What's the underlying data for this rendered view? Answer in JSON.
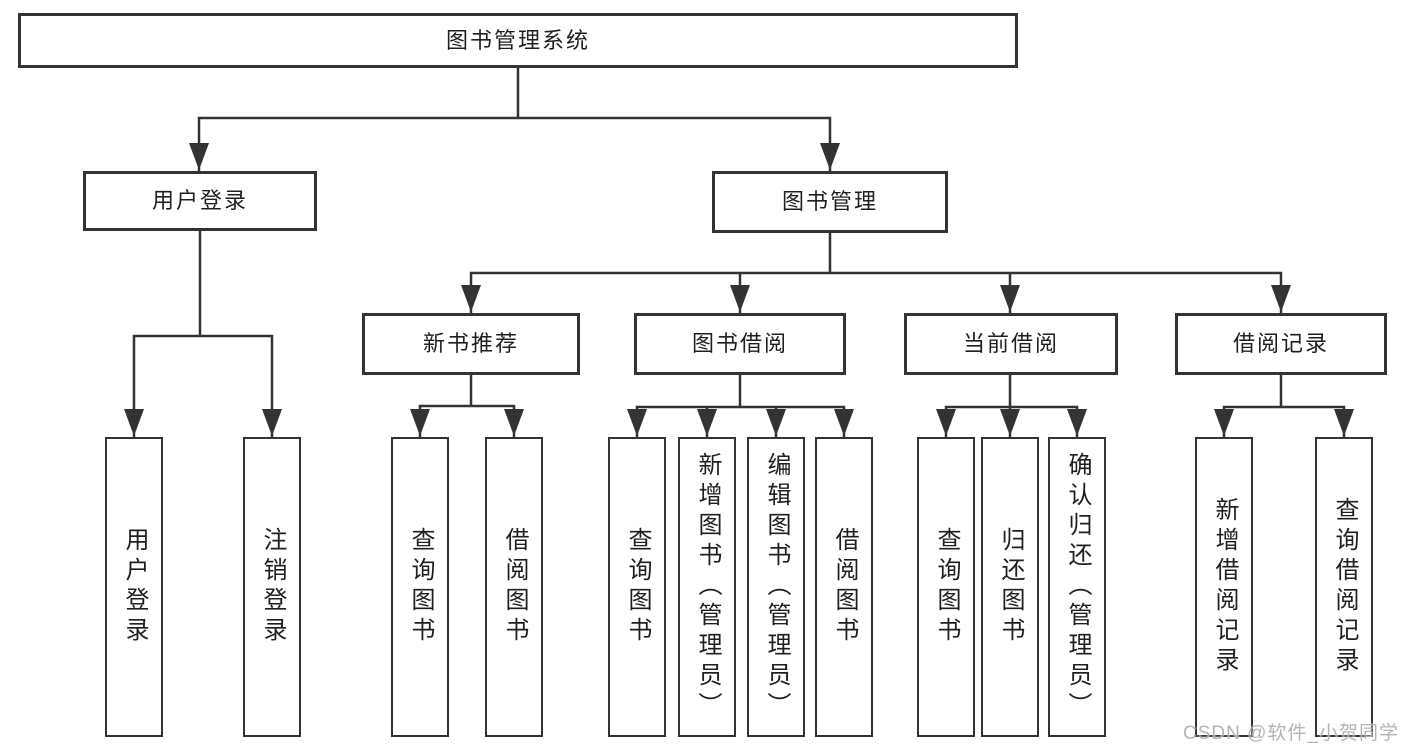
{
  "diagram_type": "hierarchy-tree",
  "tree": {
    "label": "图书管理系统",
    "children": [
      {
        "label": "用户登录",
        "children": [
          {
            "label": "用户登录"
          },
          {
            "label": "注销登录"
          }
        ]
      },
      {
        "label": "图书管理",
        "children": [
          {
            "label": "新书推荐",
            "children": [
              {
                "label": "查询图书"
              },
              {
                "label": "借阅图书"
              }
            ]
          },
          {
            "label": "图书借阅",
            "children": [
              {
                "label": "查询图书"
              },
              {
                "label": "新增图书（管理员）"
              },
              {
                "label": "编辑图书（管理员）"
              },
              {
                "label": "借阅图书"
              }
            ]
          },
          {
            "label": "当前借阅",
            "children": [
              {
                "label": "查询图书"
              },
              {
                "label": "归还图书"
              },
              {
                "label": "确认归还（管理员）"
              }
            ]
          },
          {
            "label": "借阅记录",
            "children": [
              {
                "label": "新增借阅记录"
              },
              {
                "label": "查询借阅记录"
              }
            ]
          }
        ]
      }
    ]
  },
  "colors": {
    "line": "#333333",
    "box_border": "#333333",
    "text": "#1f1f1f",
    "watermark": "#acacac",
    "background": "#ffffff"
  },
  "watermark": "CSDN @软件_小贺同学"
}
